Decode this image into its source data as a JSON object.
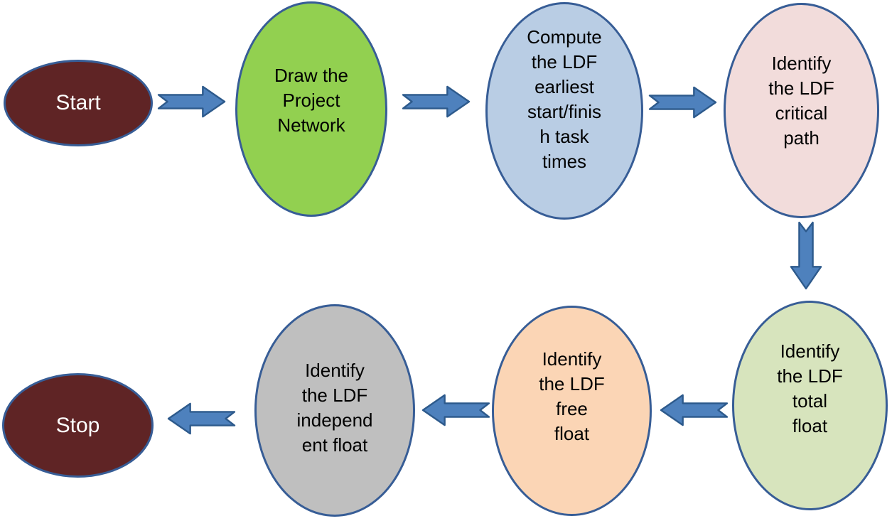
{
  "diagram": {
    "type": "flowchart",
    "subject": "LDF project network float identification process",
    "nodes": [
      {
        "id": "start",
        "shape": "ellipse",
        "label": "Start",
        "fill": "#5F2425",
        "text_color": "#FFFFFF"
      },
      {
        "id": "draw-project-network",
        "shape": "ellipse",
        "label": "Draw the\nProject\nNetwork",
        "fill": "#92D050",
        "text_color": "#000000"
      },
      {
        "id": "compute-ldf-times",
        "shape": "ellipse",
        "label": "Compute\nthe LDF\nearliest\nstart/finis\nh task\ntimes",
        "fill": "#B9CDE4",
        "text_color": "#000000"
      },
      {
        "id": "identify-critical-path",
        "shape": "ellipse",
        "label": "Identify\nthe LDF\ncritical\npath",
        "fill": "#F2DCDB",
        "text_color": "#000000"
      },
      {
        "id": "identify-total-float",
        "shape": "ellipse",
        "label": "Identify\nthe LDF\ntotal\nfloat",
        "fill": "#D7E4BD",
        "text_color": "#000000"
      },
      {
        "id": "identify-free-float",
        "shape": "ellipse",
        "label": "Identify\nthe LDF\nfree\nfloat",
        "fill": "#FBD5B5",
        "text_color": "#000000"
      },
      {
        "id": "identify-independent-float",
        "shape": "ellipse",
        "label": "Identify\nthe LDF\nindepend\nent float",
        "fill": "#BFBFBF",
        "text_color": "#000000"
      },
      {
        "id": "stop",
        "shape": "ellipse",
        "label": "Stop",
        "fill": "#5F2425",
        "text_color": "#FFFFFF"
      }
    ],
    "edges": [
      {
        "from": "start",
        "to": "draw-project-network",
        "direction": "right"
      },
      {
        "from": "draw-project-network",
        "to": "compute-ldf-times",
        "direction": "right"
      },
      {
        "from": "compute-ldf-times",
        "to": "identify-critical-path",
        "direction": "right"
      },
      {
        "from": "identify-critical-path",
        "to": "identify-total-float",
        "direction": "down"
      },
      {
        "from": "identify-total-float",
        "to": "identify-free-float",
        "direction": "left"
      },
      {
        "from": "identify-free-float",
        "to": "identify-independent-float",
        "direction": "left"
      },
      {
        "from": "identify-independent-float",
        "to": "stop",
        "direction": "left"
      }
    ],
    "colors": {
      "background": "#FFFFFF",
      "ellipse_border": "#375D96",
      "arrow_fill": "#4E81BD",
      "arrow_border": "#2D5A8C",
      "terminal_fill": "#5F2425"
    }
  }
}
